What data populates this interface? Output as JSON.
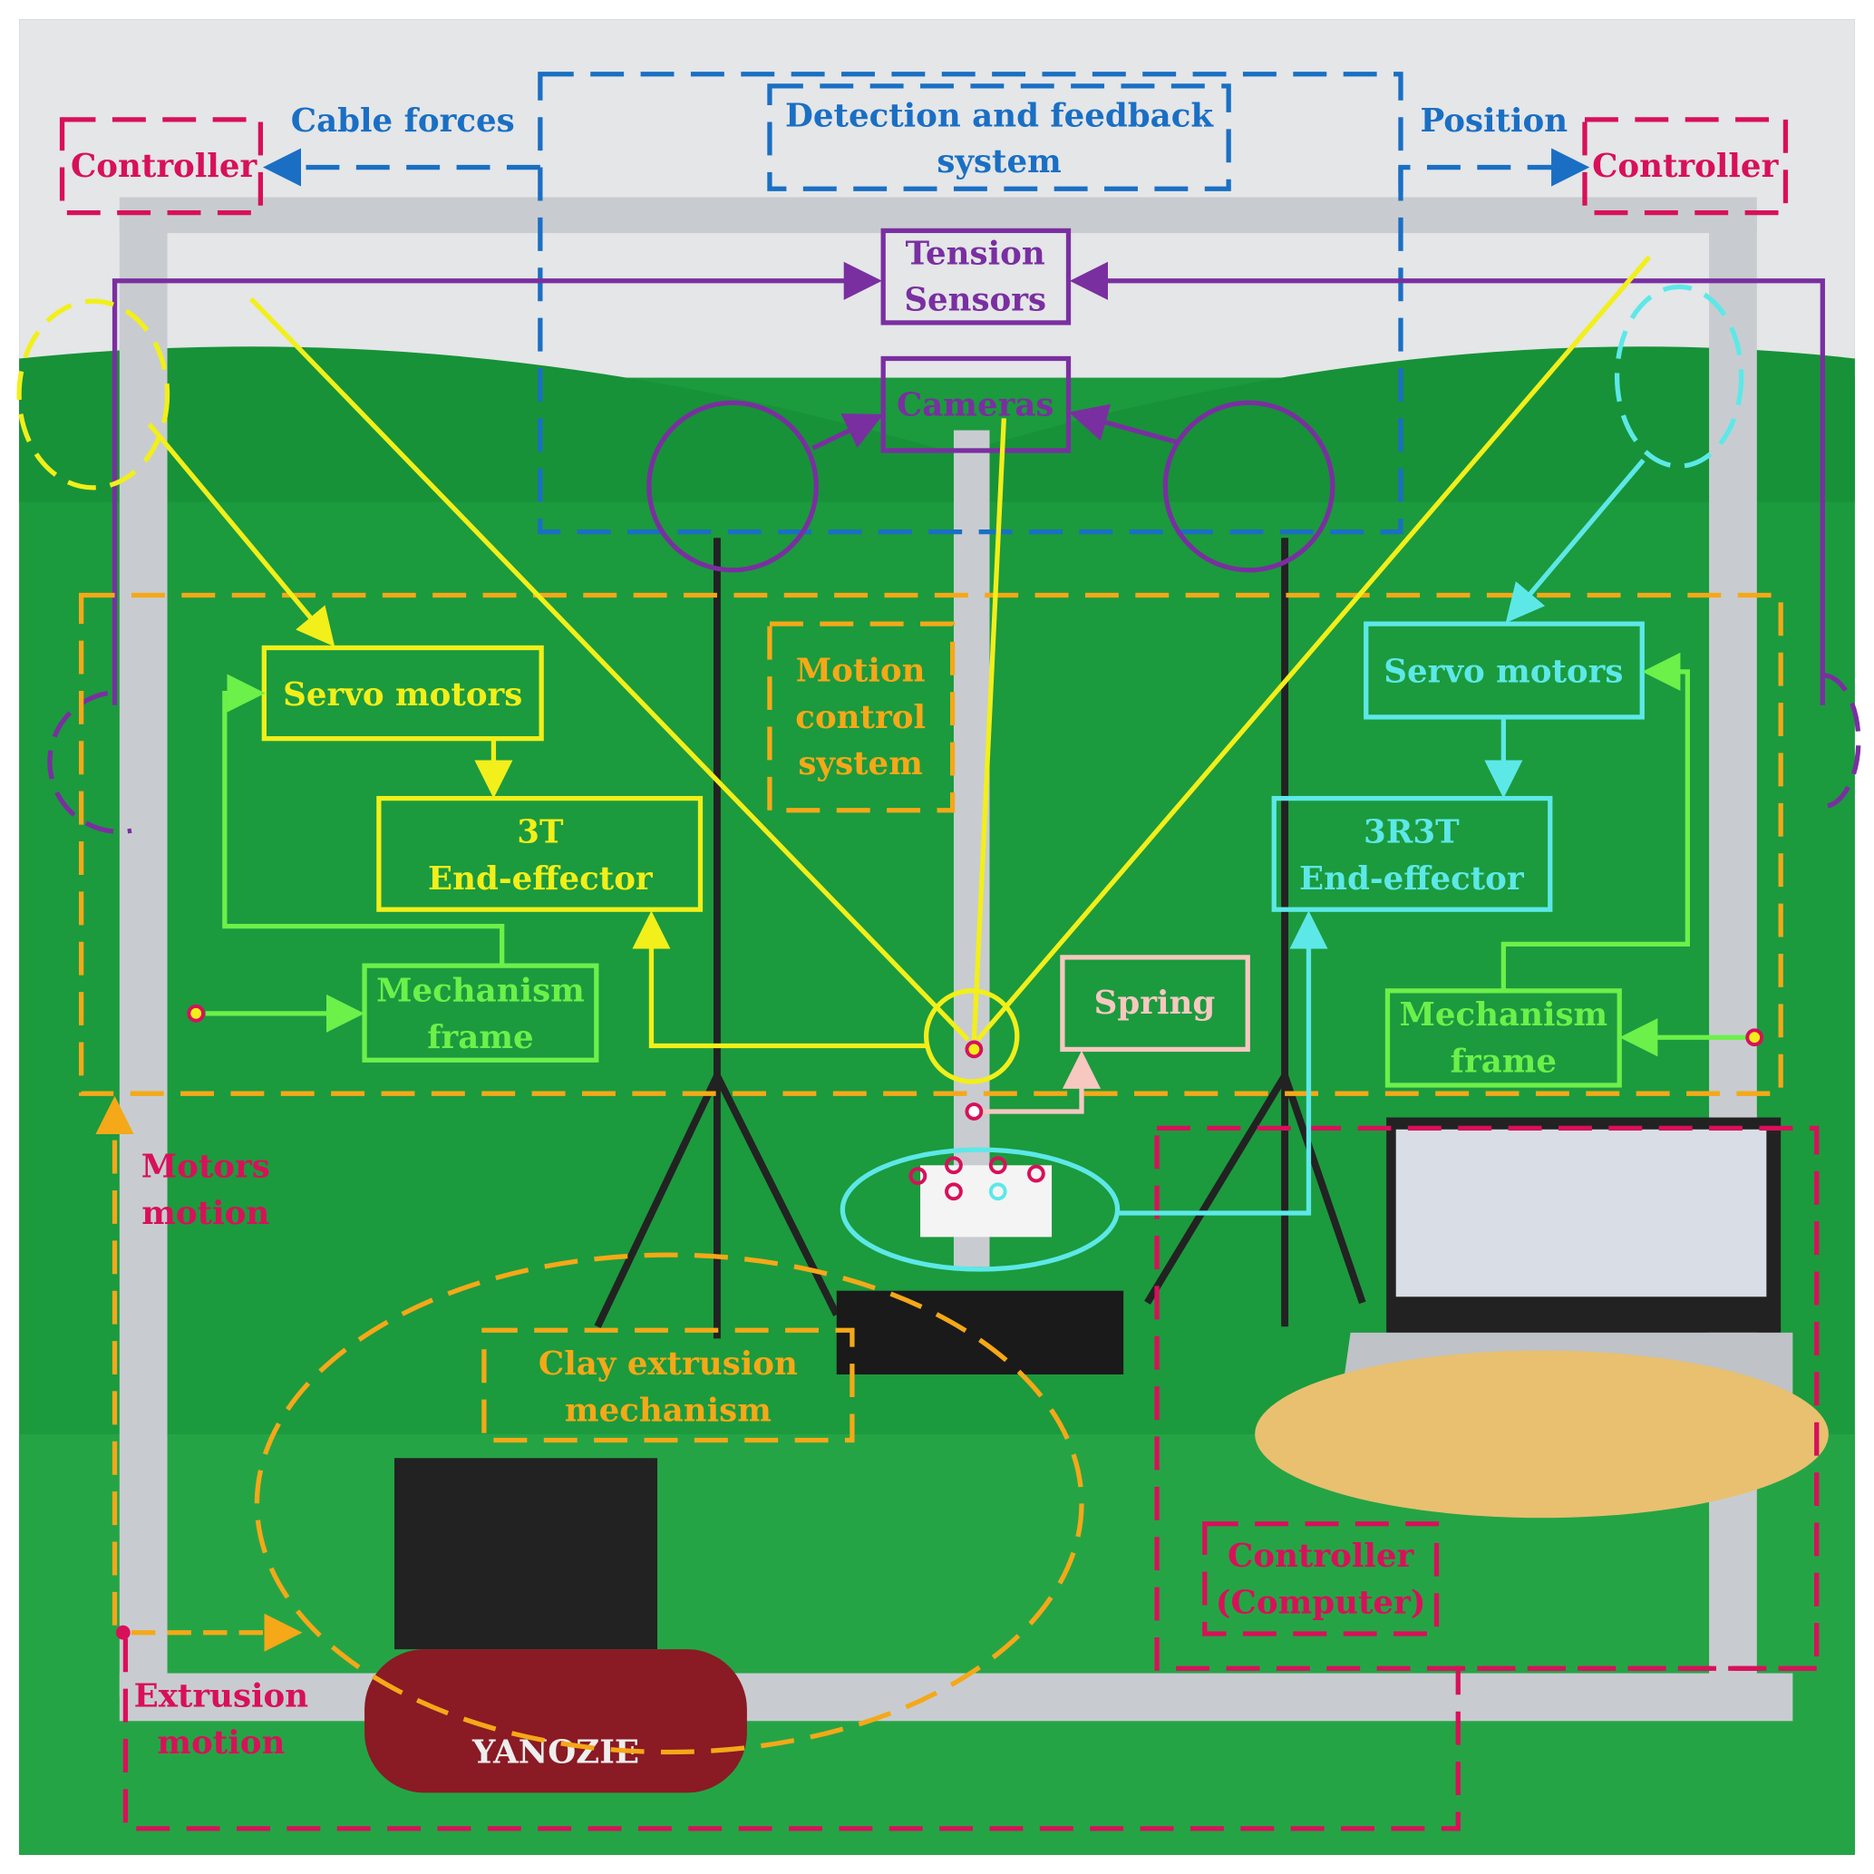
{
  "title_boxes": {
    "detection": [
      "Detection and feedback",
      "system"
    ],
    "cable_forces": "Cable forces",
    "position": "Position",
    "controller_left": "Controller",
    "controller_right": "Controller",
    "tension": [
      "Tension",
      "Sensors"
    ],
    "cameras": "Cameras"
  },
  "left": {
    "servo": "Servo motors",
    "end_effector": [
      "3T",
      "End-effector"
    ],
    "frame": [
      "Mechanism",
      "frame"
    ]
  },
  "right": {
    "servo": "Servo motors",
    "end_effector": [
      "3R3T",
      "End-effector"
    ],
    "frame": [
      "Mechanism",
      "frame"
    ]
  },
  "motion_control": [
    "Motion",
    "control",
    "system"
  ],
  "spring": "Spring",
  "clay": [
    "Clay extrusion",
    "mechanism"
  ],
  "motors_motion": [
    "Motors",
    "motion"
  ],
  "extrusion_motion": [
    "Extrusion",
    "motion"
  ],
  "computer": [
    "Controller",
    "(Computer)"
  ],
  "compressor_brand": "YANOZIE",
  "colors": {
    "blue": "#1a6fc4",
    "magenta": "#d8105a",
    "purple": "#7a2fa0",
    "yellow": "#f2ef1a",
    "orange": "#f5a818",
    "cyan": "#5de8e8",
    "green": "#6cf04a",
    "pink": "#f6c8c0",
    "backdrop": "#14943a"
  }
}
